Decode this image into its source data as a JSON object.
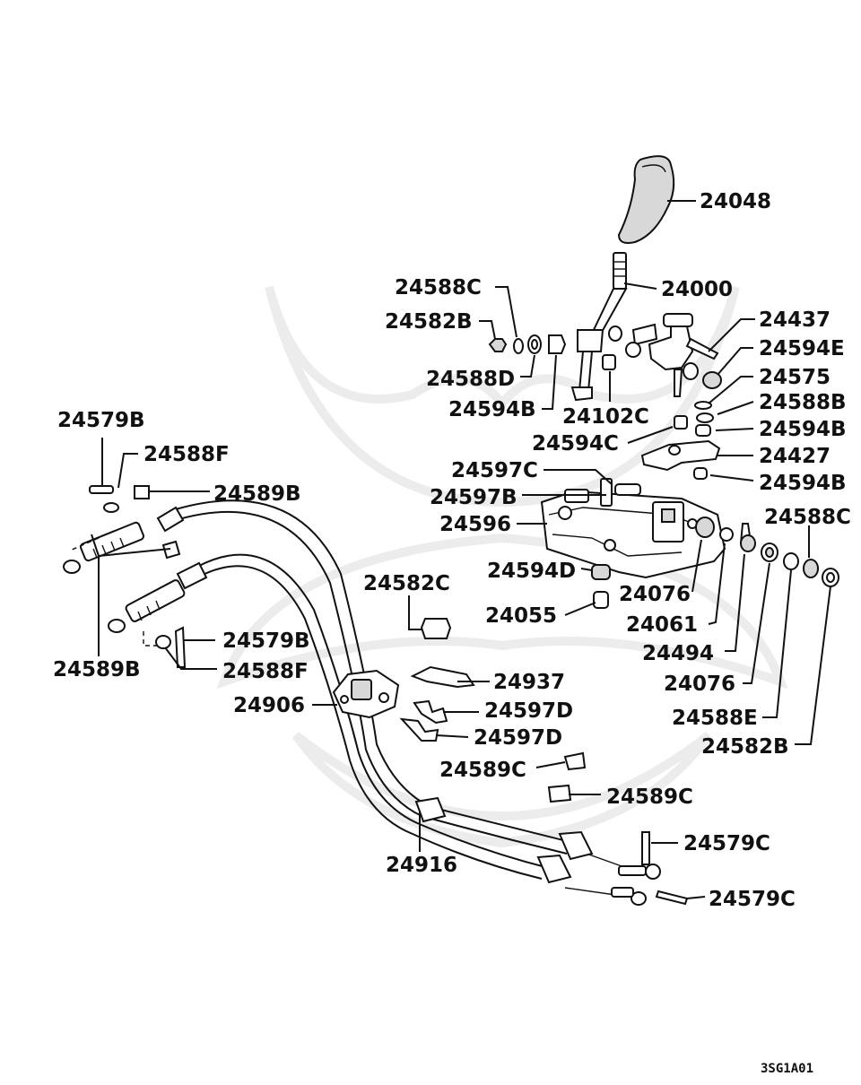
{
  "diagram": {
    "diagram_code": "3SG1A01",
    "part_labels": {
      "p24048": "24048",
      "p24000": "24000",
      "p24588C_top": "24588C",
      "p24582B_top": "24582B",
      "p24437": "24437",
      "p24594E": "24594E",
      "p24575": "24575",
      "p24588D": "24588D",
      "p24594B_left": "24594B",
      "p24102C": "24102C",
      "p24588B": "24588B",
      "p24594B_r1": "24594B",
      "p24594C": "24594C",
      "p24427": "24427",
      "p24594B_r2": "24594B",
      "p24579B_top": "24579B",
      "p24588F_top": "24588F",
      "p24589B_top": "24589B",
      "p24597C": "24597C",
      "p24597B": "24597B",
      "p24596": "24596",
      "p24588C_right": "24588C",
      "p24594D": "24594D",
      "p24582C": "24582C",
      "p24076_a": "24076",
      "p24055": "24055",
      "p24061": "24061",
      "p24494": "24494",
      "p24076_b": "24076",
      "p24589B_left": "24589B",
      "p24579B_mid": "24579B",
      "p24588F_mid": "24588F",
      "p24937": "24937",
      "p24906": "24906",
      "p24597D_a": "24597D",
      "p24597D_b": "24597D",
      "p24588E": "24588E",
      "p24582B_bottom": "24582B",
      "p24589C_a": "24589C",
      "p24589C_b": "24589C",
      "p24579C_a": "24579C",
      "p24916": "24916",
      "p24579C_b": "24579C"
    }
  }
}
